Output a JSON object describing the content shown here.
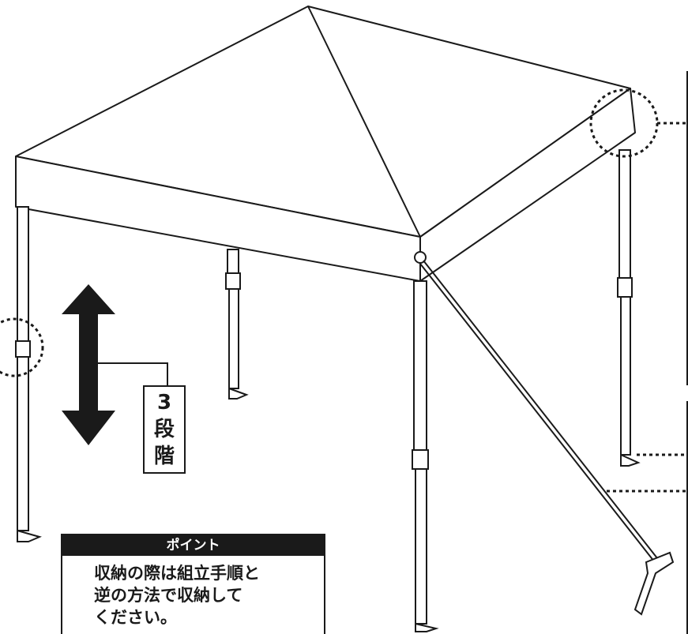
{
  "height_label": {
    "line1": "3",
    "line2": "段",
    "line3": "階"
  },
  "point": {
    "title": "ポイント",
    "lines": [
      "収納の際は組立手順と",
      "逆の方法で収納して",
      "ください。"
    ]
  },
  "colors": {
    "ink": "#1a1a1a",
    "paper": "#ffffff"
  }
}
